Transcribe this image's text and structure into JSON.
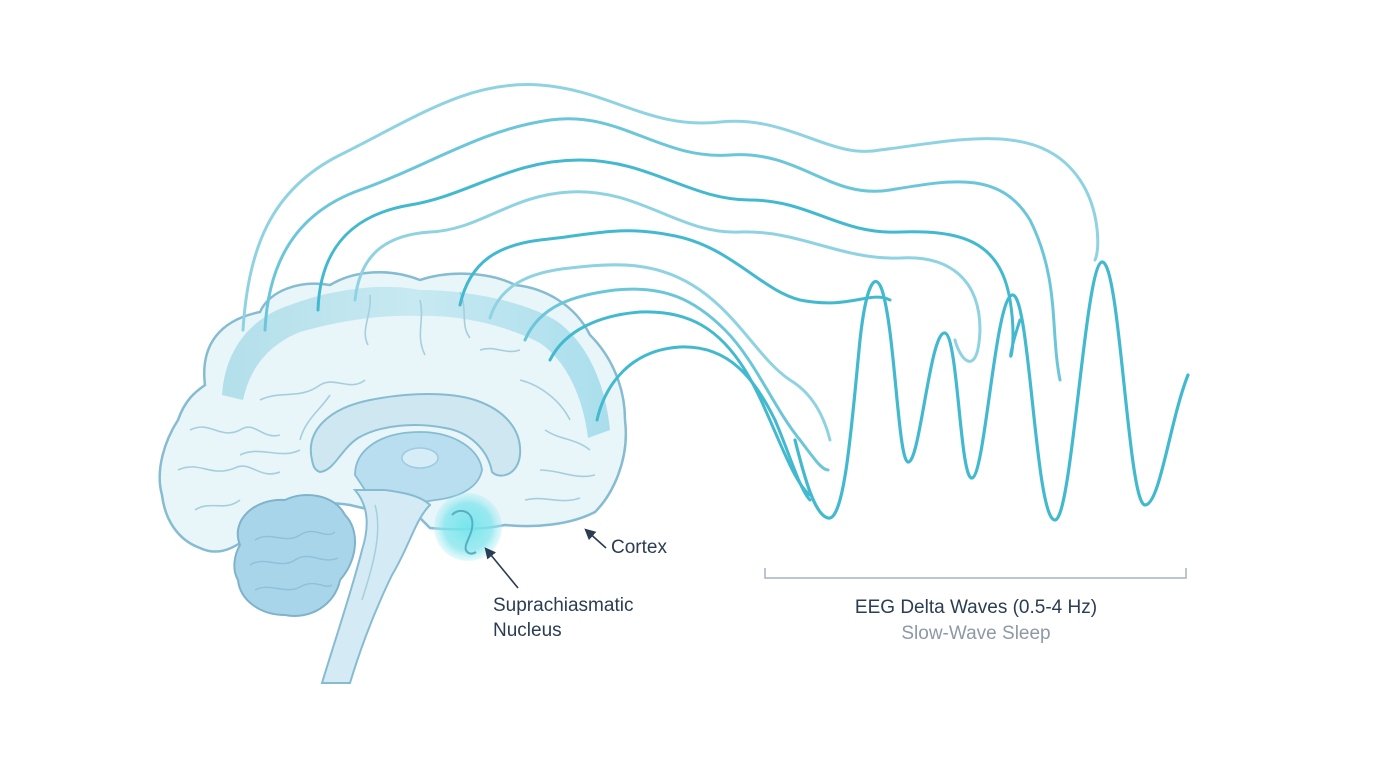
{
  "labels": {
    "cortex": "Cortex",
    "scn_line1": "Suprachiasmatic",
    "scn_line2": "Nucleus",
    "eeg_title": "EEG Delta Waves (0.5-4 Hz)",
    "eeg_subtitle": "Slow-Wave Sleep"
  },
  "colors": {
    "wave_dark": "#43b9cf",
    "wave_light": "#8fd3e2",
    "brain_fill": "#e8f5f9",
    "brain_outline": "#86bcd1",
    "highlight": "#9edcea",
    "scn_glow": "#5fe0e8",
    "text": "#2a3d52",
    "subtext": "#8d99a6"
  },
  "icons": [
    "brain-illustration",
    "arrow-icon"
  ]
}
